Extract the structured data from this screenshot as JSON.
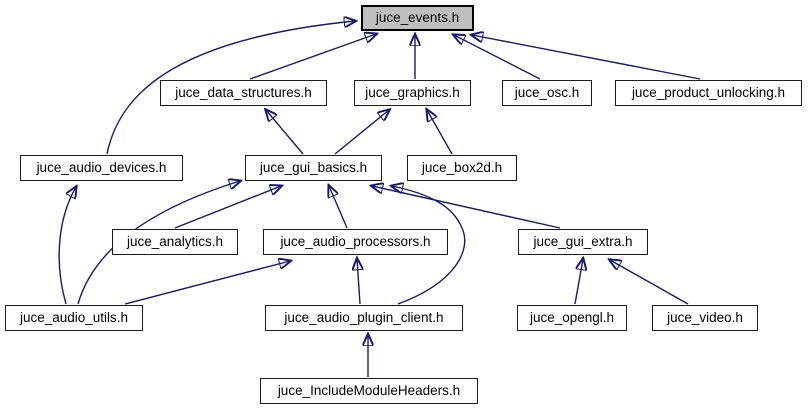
{
  "diagram": {
    "type": "include-dependency-graph",
    "highlighted_node": "juce_events.h",
    "colors": {
      "background": "#ffffff",
      "edge": "#191970",
      "node_fill": "#ffffff",
      "node_border": "#1c1c1c",
      "highlight_fill": "#bfbfbf",
      "highlight_border": "#000000",
      "text": "#000000"
    },
    "nodes": [
      {
        "id": "juce_events",
        "label": "juce_events.h"
      },
      {
        "id": "juce_data_structures",
        "label": "juce_data_structures.h"
      },
      {
        "id": "juce_graphics",
        "label": "juce_graphics.h"
      },
      {
        "id": "juce_osc",
        "label": "juce_osc.h"
      },
      {
        "id": "juce_product_unlocking",
        "label": "juce_product_unlocking.h"
      },
      {
        "id": "juce_audio_devices",
        "label": "juce_audio_devices.h"
      },
      {
        "id": "juce_gui_basics",
        "label": "juce_gui_basics.h"
      },
      {
        "id": "juce_box2d",
        "label": "juce_box2d.h"
      },
      {
        "id": "juce_analytics",
        "label": "juce_analytics.h"
      },
      {
        "id": "juce_audio_processors",
        "label": "juce_audio_processors.h"
      },
      {
        "id": "juce_gui_extra",
        "label": "juce_gui_extra.h"
      },
      {
        "id": "juce_audio_utils",
        "label": "juce_audio_utils.h"
      },
      {
        "id": "juce_audio_plugin_client",
        "label": "juce_audio_plugin_client.h"
      },
      {
        "id": "juce_opengl",
        "label": "juce_opengl.h"
      },
      {
        "id": "juce_video",
        "label": "juce_video.h"
      },
      {
        "id": "juce_IncludeModuleHeaders",
        "label": "juce_IncludeModuleHeaders.h"
      }
    ],
    "edges": [
      {
        "from": "juce_data_structures",
        "to": "juce_events"
      },
      {
        "from": "juce_graphics",
        "to": "juce_events"
      },
      {
        "from": "juce_osc",
        "to": "juce_events"
      },
      {
        "from": "juce_product_unlocking",
        "to": "juce_events"
      },
      {
        "from": "juce_audio_devices",
        "to": "juce_events"
      },
      {
        "from": "juce_gui_basics",
        "to": "juce_data_structures"
      },
      {
        "from": "juce_gui_basics",
        "to": "juce_graphics"
      },
      {
        "from": "juce_box2d",
        "to": "juce_graphics"
      },
      {
        "from": "juce_analytics",
        "to": "juce_gui_basics"
      },
      {
        "from": "juce_audio_processors",
        "to": "juce_gui_basics"
      },
      {
        "from": "juce_gui_extra",
        "to": "juce_gui_basics"
      },
      {
        "from": "juce_audio_utils",
        "to": "juce_audio_devices"
      },
      {
        "from": "juce_audio_utils",
        "to": "juce_gui_basics"
      },
      {
        "from": "juce_audio_utils",
        "to": "juce_audio_processors"
      },
      {
        "from": "juce_audio_plugin_client",
        "to": "juce_audio_processors"
      },
      {
        "from": "juce_audio_plugin_client",
        "to": "juce_gui_basics"
      },
      {
        "from": "juce_opengl",
        "to": "juce_gui_extra"
      },
      {
        "from": "juce_video",
        "to": "juce_gui_extra"
      },
      {
        "from": "juce_IncludeModuleHeaders",
        "to": "juce_audio_plugin_client"
      }
    ]
  }
}
